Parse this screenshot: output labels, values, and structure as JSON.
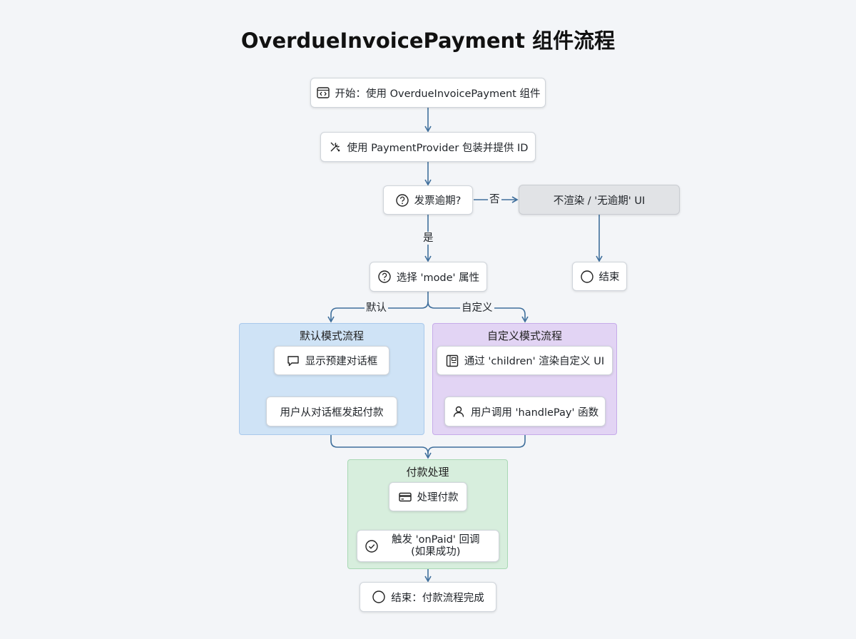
{
  "title": "OverdueInvoicePayment 组件流程",
  "nodes": {
    "start": "开始：使用 OverdueInvoicePayment 组件",
    "wrap_provider": "使用 PaymentProvider 包装并提供 ID",
    "is_overdue": "发票逾期?",
    "no_render": "不渲染 / '无逾期' UI",
    "end_no": "结束",
    "select_mode": "选择 'mode' 属性",
    "show_dialog": "显示预建对话框",
    "user_dialog_pay": "用户从对话框发起付款",
    "render_children": "通过 'children' 渲染自定义 UI",
    "user_handlepay": "用户调用 'handlePay' 函数",
    "process_payment": "处理付款",
    "trigger_onpaid_line1": "触发 'onPaid' 回调",
    "trigger_onpaid_line2": "(如果成功)",
    "end_final": "结束：付款流程完成"
  },
  "groups": {
    "default_flow": "默认模式流程",
    "custom_flow": "自定义模式流程",
    "payment_processing": "付款处理"
  },
  "edge_labels": {
    "no": "否",
    "yes": "是",
    "default": "默认",
    "custom": "自定义"
  },
  "icons": {
    "start": "code-window-icon",
    "wrap_provider": "tools-icon",
    "is_overdue": "question-circle-icon",
    "select_mode": "question-circle-icon",
    "end_no": "circle-icon",
    "show_dialog": "chat-bubble-icon",
    "render_children": "layout-icon",
    "user_handlepay": "user-icon",
    "process_payment": "credit-card-icon",
    "trigger_onpaid": "check-circle-icon",
    "end_final": "circle-icon"
  },
  "colors": {
    "edge": "#3f6f9c",
    "default_group": "#cfe3f6",
    "custom_group": "#e2d4f4",
    "payment_group": "#d7eedd",
    "gray_node": "#e1e3e6"
  }
}
